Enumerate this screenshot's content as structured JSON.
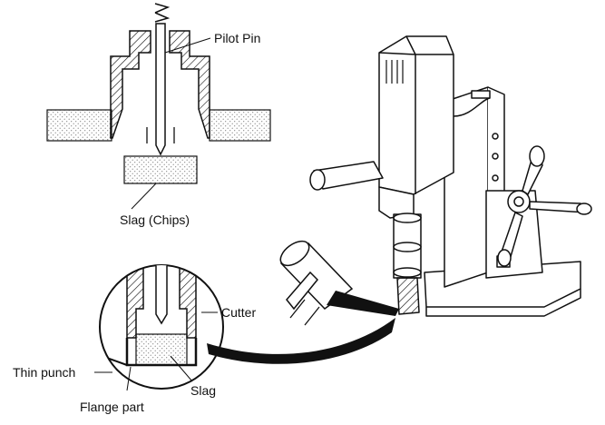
{
  "labels": {
    "pilot_pin": "Pilot Pin",
    "slag_chips": "Slag (Chips)",
    "cutter": "Cutter",
    "thin_punch": "Thin punch",
    "flange_part": "Flange part",
    "slag": "Slag"
  },
  "colors": {
    "ink": "#111111",
    "dots": "#777777",
    "paper": "#ffffff"
  }
}
